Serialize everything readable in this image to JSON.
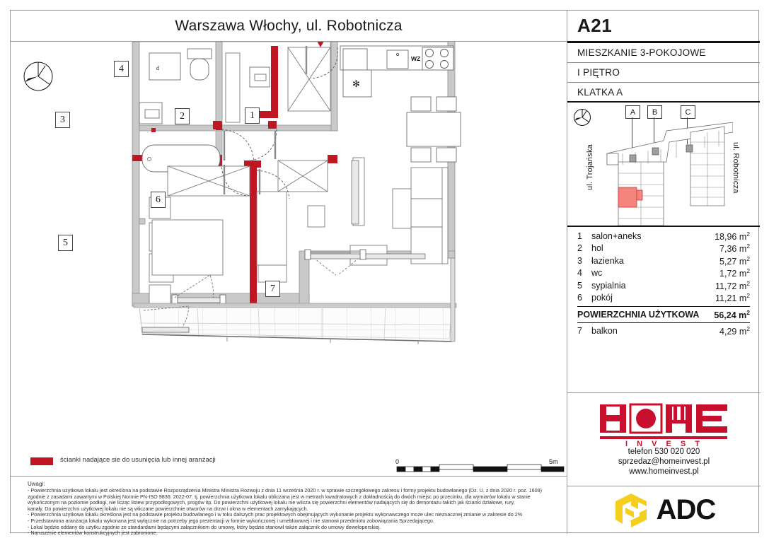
{
  "header": {
    "title": "Warszawa Włochy, ul. Robotnicza"
  },
  "unit": {
    "code": "A21",
    "type": "MIESZKANIE 3-POKOJOWE",
    "floor": "I PIĘTRO",
    "staircase": "KLATKA A"
  },
  "keyplan": {
    "tags": [
      "A",
      "B",
      "C"
    ],
    "street_left": "ul. Trojańska",
    "street_right": "ul. Robotnicza",
    "compass_icon": "north-arrow-icon"
  },
  "legend": {
    "rooms": [
      {
        "no": "1",
        "name": "salon+aneks",
        "area": "18,96",
        "unit": "m"
      },
      {
        "no": "2",
        "name": "hol",
        "area": "7,36",
        "unit": "m"
      },
      {
        "no": "3",
        "name": "łazienka",
        "area": "5,27",
        "unit": "m"
      },
      {
        "no": "4",
        "name": "wc",
        "area": "1,72",
        "unit": "m"
      },
      {
        "no": "5",
        "name": "sypialnia",
        "area": "11,72",
        "unit": "m"
      },
      {
        "no": "6",
        "name": "pokój",
        "area": "11,21",
        "unit": "m"
      }
    ],
    "total_label": "POWIERZCHNIA UŻYTKOWA",
    "total_value": "56,24",
    "extra": [
      {
        "no": "7",
        "name": "balkon",
        "area": "4,29",
        "unit": "m"
      }
    ],
    "sup": "2"
  },
  "brand": {
    "home_word": "HOME",
    "invest_word": "I N V E S T",
    "phone": "telefon 530 020 020",
    "email": "sprzedaz@homeinvest.pl",
    "web": "www.homeinvest.pl",
    "adc_word": "ADC"
  },
  "plan": {
    "room_tags": [
      "1",
      "2",
      "3",
      "4",
      "5",
      "6",
      "7"
    ],
    "appliance_labels": {
      "washer": "WZ",
      "wardrobe": "d",
      "fridge": "✻"
    },
    "entrance_icon": "entrance-arrow-icon"
  },
  "scalebar": {
    "min": "0",
    "max": "5m"
  },
  "wall_legend": {
    "text": "ścianki nadające sie do usunięcia lub innej aranżacji"
  },
  "notes": {
    "title": "Uwagi:",
    "lines": [
      "- Powierzchnia użytkowa lokalu jest określona na podstawie Rozporządzenia Ministra Ministra Rozwoju z dnia 11 września 2020 r. w sprawie szczegółowego zakresu i formy projektu budowlanego (Dz. U. z dnia 2020 r. poz. 1609)",
      "zgodnie z zasadami zawartymi w Polskiej Normie PN-ISO 9836: 2022-07. tj. powierzchnia użytkowa lokalu obliczana jest w metrach kwadratowych z dokładnością do dwóch miejsc po przecinku, dla wymiarów lokalu w stanie",
      "wykończonym na poziomie podłogi, nie licząc listew przypodłogowych, progów itp. Do powierzchni użytkowej lokalu nie wlicza się powierzchni elementów nadających się do demontażu takich jak ścianki działowe, rury,",
      "kanały. Do powierzchni użytkowej lokalu nie są wliczane powierzchnie otworów na drzwi i okna w elementach zamykających.",
      "- Powierzchnia użytkowa lokalu określona jest na podstawie projektu budowlanego i w toku dalszych prac projektowych obejmujących wykonanie projektu wykonawczego może ulec nieznacznej zmianie w zakresie do 2%",
      "- Przedstawiona aranżacja lokalu wykonana jest wyłącznie na potrzeby jego prezentacji w formie wykończonej i umeblowanej i nie stanowi przedmiotu zobowiązania Sprzedającego.",
      "- Lokal będzie oddany do użytku zgodnie ze standardami będącymi załącznikiem do umowy, który będzie stanowił także załącznik do umowy deweloperskiej.",
      "- Naruszenie elementów konstrukcyjnych jest zabronione."
    ]
  },
  "colors": {
    "accent_red": "#BE1622",
    "brand_red": "#C8102E",
    "adc_yellow": "#F5CE1E",
    "wall_gray": "#C9C9C9"
  }
}
